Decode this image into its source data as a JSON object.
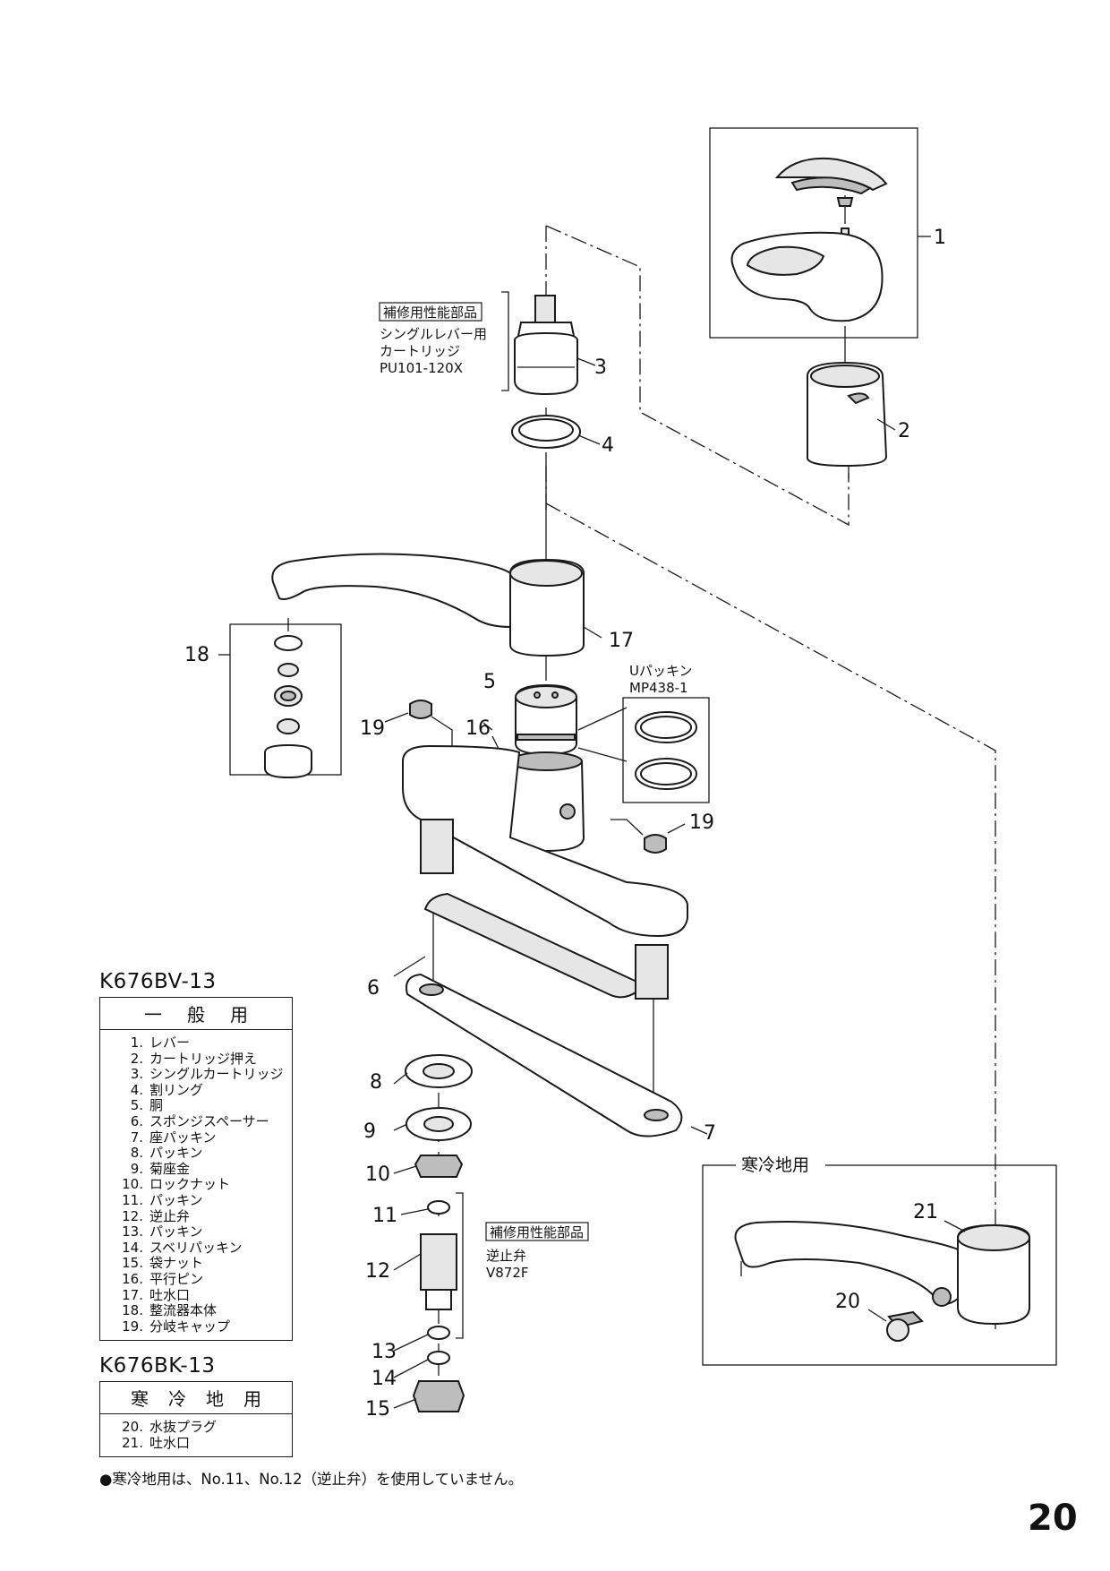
{
  "callouts": {
    "c1": "1",
    "c2": "2",
    "c3": "3",
    "c4": "4",
    "c5": "5",
    "c6": "6",
    "c7": "7",
    "c8": "8",
    "c9": "9",
    "c10": "10",
    "c11": "11",
    "c12": "12",
    "c13": "13",
    "c14": "14",
    "c15": "15",
    "c16": "16",
    "c17": "17",
    "c18": "18",
    "c19a": "19",
    "c19b": "19",
    "c20": "20",
    "c21": "21"
  },
  "cartridge_note": {
    "tag": "補修用性能部品",
    "line1": "シングルレバー用",
    "line2": "カートリッジ",
    "model": "PU101-120X"
  },
  "upacking_note": {
    "line1": "Uパッキン",
    "model": "MP438-1"
  },
  "check_valve_note": {
    "tag": "補修用性能部品",
    "line1": "逆止弁",
    "model": "V872F"
  },
  "cold_region_box": {
    "title": "寒冷地用"
  },
  "standard_model": {
    "model": "K676BV-13",
    "header": "一般用",
    "items": [
      {
        "no": "1.",
        "name": "レバー"
      },
      {
        "no": "2.",
        "name": "カートリッジ押え"
      },
      {
        "no": "3.",
        "name": "シングルカートリッジ"
      },
      {
        "no": "4.",
        "name": "割リング"
      },
      {
        "no": "5.",
        "name": "胴"
      },
      {
        "no": "6.",
        "name": "スポンジスペーサー"
      },
      {
        "no": "7.",
        "name": "座パッキン"
      },
      {
        "no": "8.",
        "name": "パッキン"
      },
      {
        "no": "9.",
        "name": "菊座金"
      },
      {
        "no": "10.",
        "name": "ロックナット"
      },
      {
        "no": "11.",
        "name": "パッキン"
      },
      {
        "no": "12.",
        "name": "逆止弁"
      },
      {
        "no": "13.",
        "name": "パッキン"
      },
      {
        "no": "14.",
        "name": "スベリパッキン"
      },
      {
        "no": "15.",
        "name": "袋ナット"
      },
      {
        "no": "16.",
        "name": "平行ピン"
      },
      {
        "no": "17.",
        "name": "吐水口"
      },
      {
        "no": "18.",
        "name": "整流器本体"
      },
      {
        "no": "19.",
        "name": "分岐キャップ"
      }
    ]
  },
  "cold_model": {
    "model": "K676BK-13",
    "header": "寒冷地用",
    "items": [
      {
        "no": "20.",
        "name": "水抜プラグ"
      },
      {
        "no": "21.",
        "name": "吐水口"
      }
    ]
  },
  "footnote": "●寒冷地用は、No.11、No.12（逆止弁）を使用していません。",
  "page_number": "20"
}
